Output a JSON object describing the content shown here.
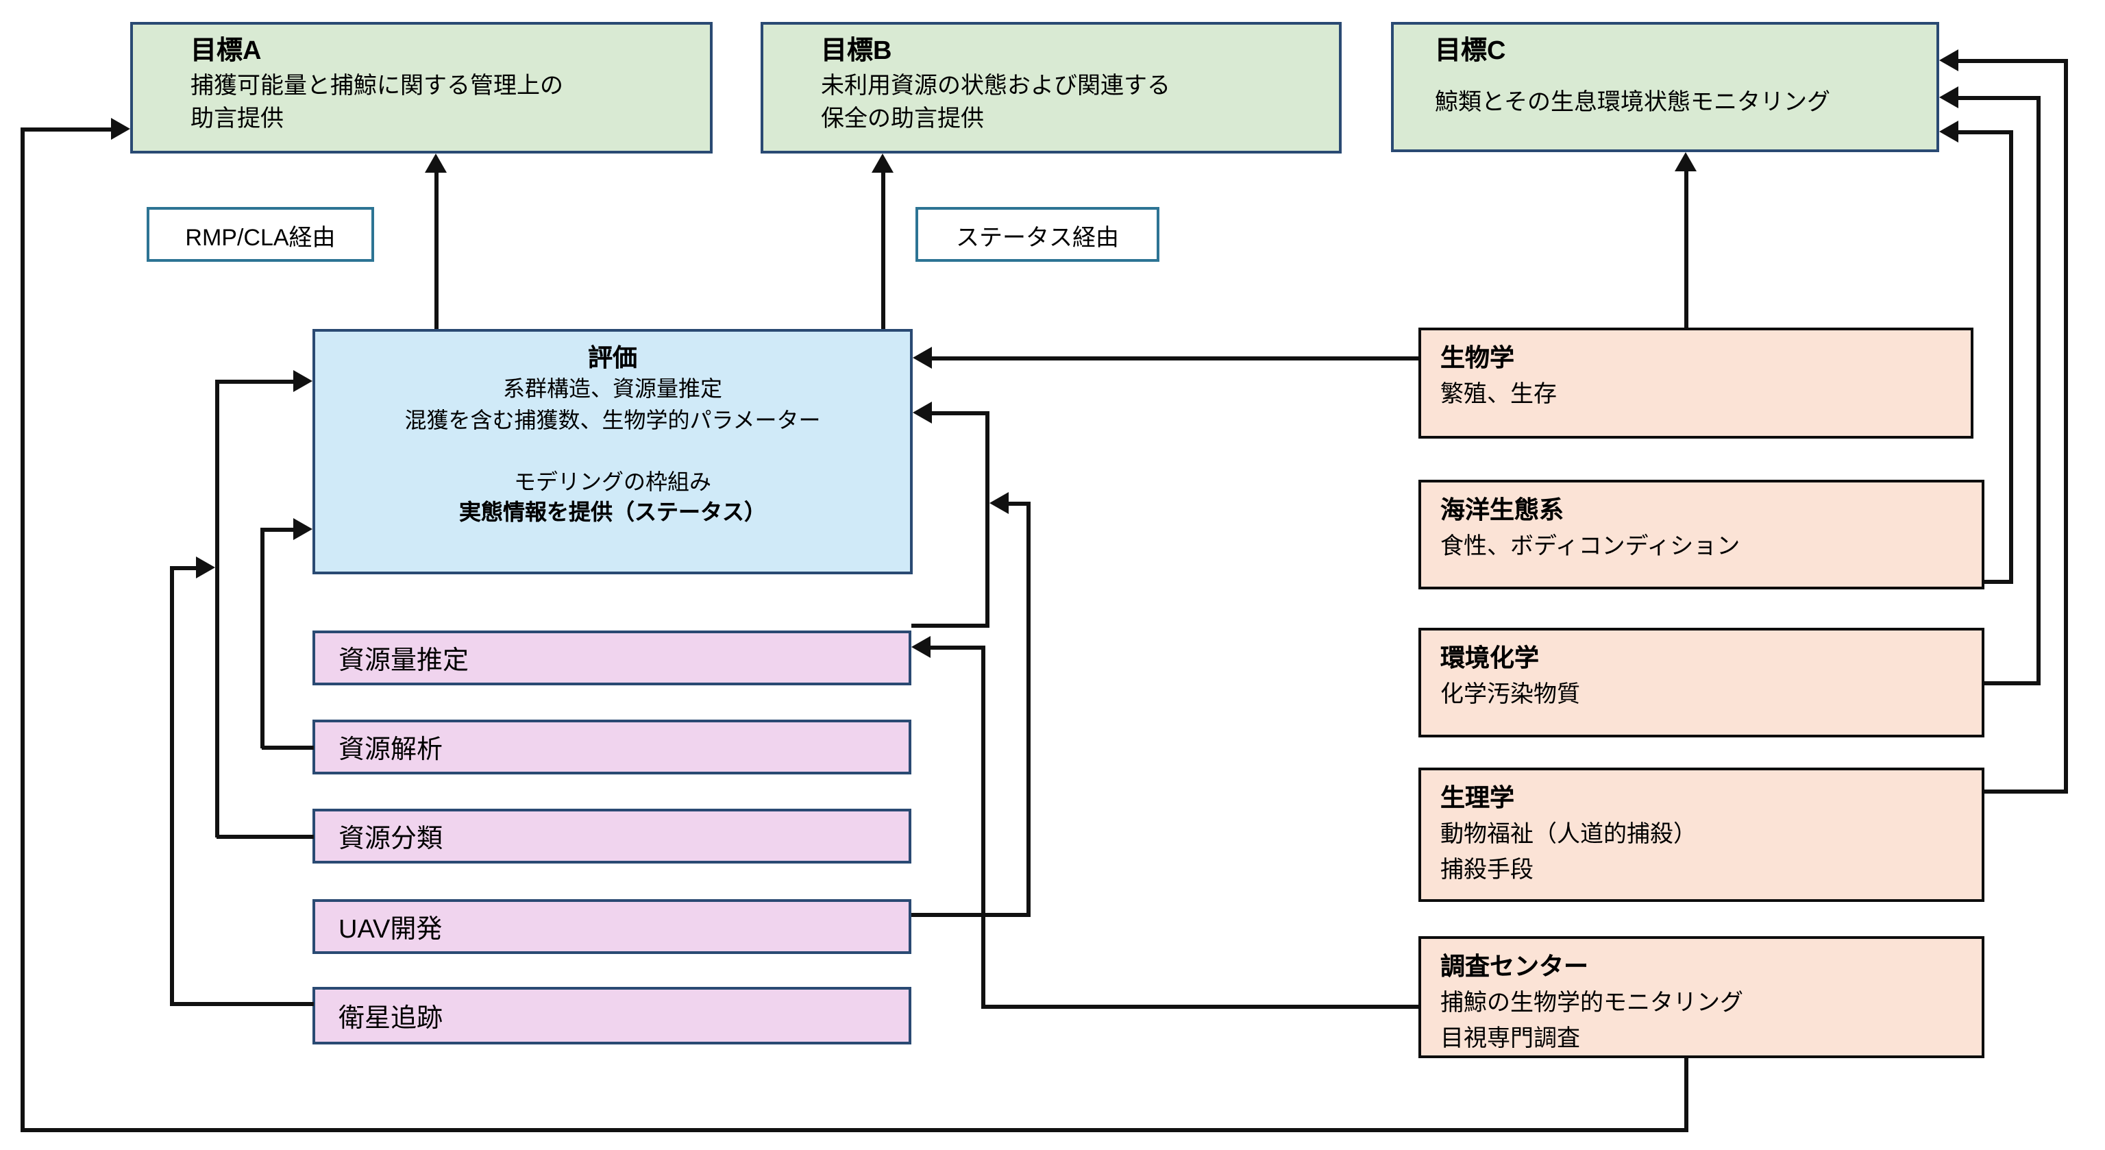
{
  "goals": {
    "a": {
      "title": "目標A",
      "line1": "捕獲可能量と捕鯨に関する管理上の",
      "line2": "助言提供"
    },
    "b": {
      "title": "目標B",
      "line1": "未利用資源の状態および関連する",
      "line2": "保全の助言提供"
    },
    "c": {
      "title": "目標C",
      "line1": "鯨類とその生息環境状態モニタリング"
    }
  },
  "labels": {
    "rmp": "RMP/CLA経由",
    "status": "ステータス経由"
  },
  "assessment": {
    "title": "評価",
    "line1": "系群構造、資源量推定",
    "line2": "混獲を含む捕獲数、生物学的パラメーター",
    "line3": "モデリングの枠組み",
    "line4": "実態情報を提供（ステータス）"
  },
  "left_boxes": [
    "資源量推定",
    "資源解析",
    "資源分類",
    "UAV開発",
    "衛星追跡"
  ],
  "right_boxes": [
    {
      "title": "生物学",
      "line1": "繁殖、生存",
      "line2": ""
    },
    {
      "title": "海洋生態系",
      "line1": "食性、ボディコンディション",
      "line2": ""
    },
    {
      "title": "環境化学",
      "line1": "化学汚染物質",
      "line2": ""
    },
    {
      "title": "生理学",
      "line1": "動物福祉（人道的捕殺）",
      "line2": "捕殺手段"
    },
    {
      "title": "調査センター",
      "line1": "捕鯨の生物学的モニタリング",
      "line2": "目視専門調査"
    }
  ],
  "colors": {
    "green_fill": "#d9ead3",
    "blue_fill": "#d0eaf8",
    "purple_fill": "#f0d4ee",
    "orange_fill": "#fbe3d6",
    "box_border": "#2a4a73",
    "label_border": "#2d7494",
    "line": "#111111"
  }
}
